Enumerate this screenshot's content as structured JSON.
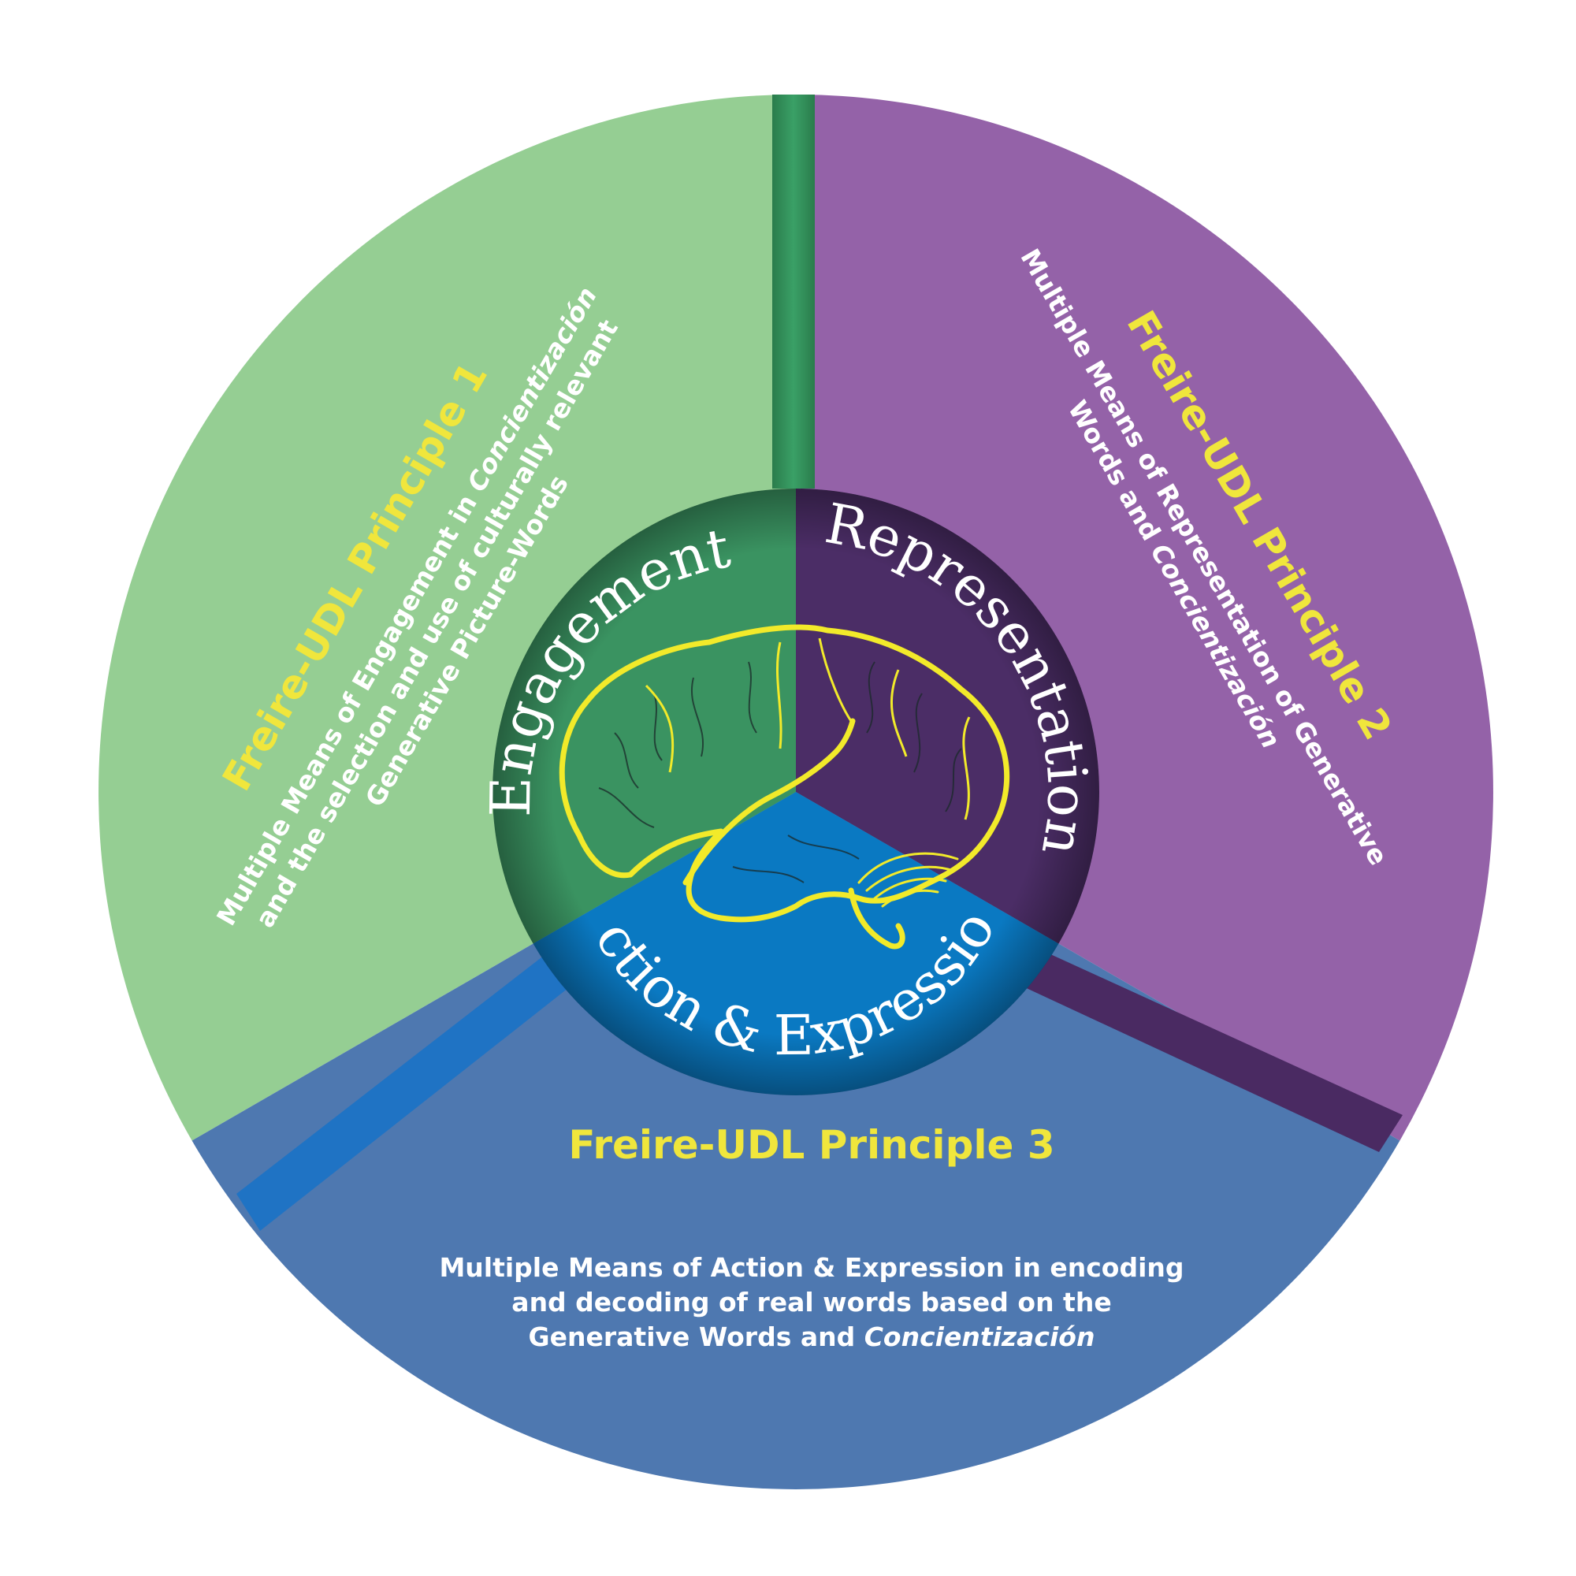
{
  "colors": {
    "green_sector": "#95ce93",
    "purple_sector": "#9462a8",
    "blue_sector": "#4e78b0",
    "green_hub": "#3a9361",
    "purple_hub": "#4b2d66",
    "blue_hub": "#0a79c2",
    "divider_green": "#2f8a54",
    "divider_purple": "#4a2a62",
    "divider_blue": "#1f73c4",
    "title_yellow": "#f0e63c",
    "brain_outline": "#f2ea2a",
    "text_white": "#ffffff"
  },
  "principles": [
    {
      "id": "principle-1",
      "title": "Freire-UDL Principle 1",
      "lines": [
        [
          {
            "t": "Multiple Means of Engagement in "
          },
          {
            "t": "Concientización",
            "italic": true
          }
        ],
        [
          {
            "t": "and the selection and use of culturally relevant"
          }
        ],
        [
          {
            "t": "Generative Picture-Words"
          }
        ]
      ]
    },
    {
      "id": "principle-2",
      "title": "Freire-UDL Principle 2",
      "lines": [
        [
          {
            "t": "Multiple Means of Representation of Generative"
          }
        ],
        [
          {
            "t": "Words and "
          },
          {
            "t": "Concientización",
            "italic": true
          }
        ]
      ]
    },
    {
      "id": "principle-3",
      "title": "Freire-UDL Principle 3",
      "lines": [
        [
          {
            "t": "Multiple Means of Action & Expression in encoding"
          }
        ],
        [
          {
            "t": "and decoding of real words based on the"
          }
        ],
        [
          {
            "t": "Generative Words and "
          },
          {
            "t": "Concientización",
            "italic": true
          }
        ]
      ]
    }
  ],
  "hub": {
    "engagement": "Engagement",
    "representation": "Representation",
    "action_expression": "Action & Expression",
    "center_icon": "brain-icon"
  }
}
